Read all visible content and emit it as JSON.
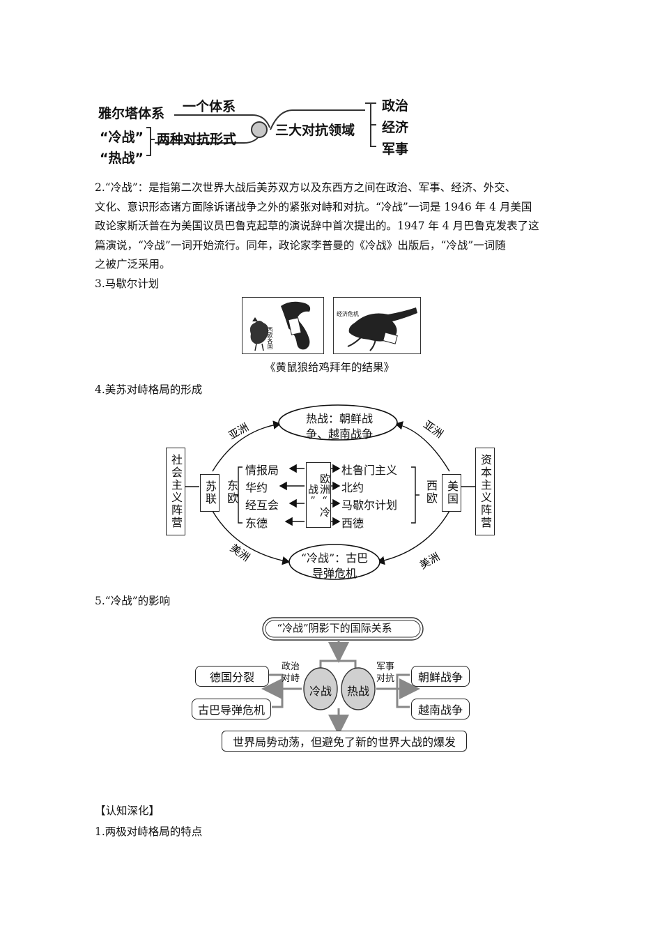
{
  "diagram1": {
    "left": [
      "雅尔塔体系",
      "“冷战”",
      "“热战”"
    ],
    "mid_top": "一个体系",
    "mid_bottom": "两种对抗形式",
    "center": "三大对抗领域",
    "right": [
      "政治",
      "经济",
      "军事"
    ]
  },
  "section2": {
    "lines": [
      "2.“冷战”：是指第二次世界大战后美苏双方以及东西方之间在政治、军事、经济、外交、",
      "文化、意识形态诸方面除诉诸战争之外的紧张对峙和对抗。“冷战”一词是 1946 年 4 月美国",
      "政论家斯沃普在为美国议员巴鲁克起草的演说辞中首次提出的。1947 年 4 月巴鲁克发表了这",
      "篇演说，“冷战”一词开始流行。同年，政论家李普曼的《冷战》出版后，“冷战”一词随",
      "之被广泛采用。"
    ]
  },
  "section3": {
    "title": "3.马歇尔计划",
    "cartoon_left_label": "西欧各国",
    "cartoon_right_label": "经济危机",
    "caption": "《黄鼠狼给鸡拜年的结果》"
  },
  "section4": {
    "title": "4.美苏对峙格局的形成",
    "left_camp": "社会主义阵营",
    "right_camp": "资本主义阵营",
    "ussr": "苏联",
    "usa": "美国",
    "east_europe": "东欧",
    "west_europe": "西欧",
    "europe_cold_war": "欧洲“冷战”",
    "left_items": [
      "情报局",
      "华约",
      "经互会",
      "东德"
    ],
    "right_items": [
      "杜鲁门主义",
      "北约",
      "马歇尔计划",
      "西德"
    ],
    "hot_war": [
      "热战：朝鲜战",
      "争、越南战争"
    ],
    "cuba": [
      "“冷战”：古巴",
      "导弹危机"
    ],
    "asia": "亚洲",
    "america": "美洲"
  },
  "section5": {
    "title": "5.“冷战”的影响",
    "top": "“冷战”阴影下的国际关系",
    "cold": "冷战",
    "hot": "热战",
    "political_label": [
      "政治",
      "对峙"
    ],
    "military_label": [
      "军事",
      "对抗"
    ],
    "left_items": [
      "德国分裂",
      "古巴导弹危机"
    ],
    "right_items": [
      "朝鲜战争",
      "越南战争"
    ],
    "bottom": "世界局势动荡，但避免了新的世界大战的爆发"
  },
  "deepen": {
    "heading": "【认知深化】",
    "item1": "1.两极对峙格局的特点"
  }
}
